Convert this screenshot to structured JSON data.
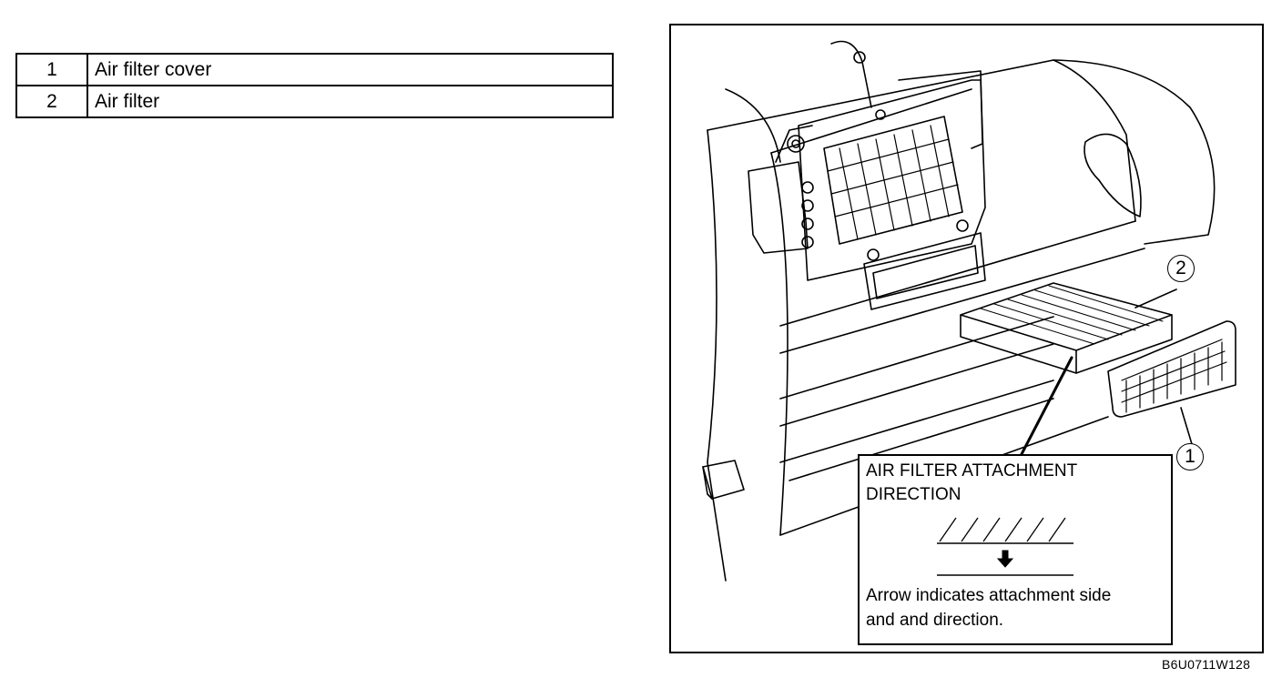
{
  "legend": {
    "rows": [
      {
        "num": "1",
        "label": "Air filter cover"
      },
      {
        "num": "2",
        "label": "Air filter"
      }
    ]
  },
  "figure": {
    "callout_title_line1": "AIR FILTER ATTACHMENT",
    "callout_title_line2": "DIRECTION",
    "callout_desc_line1": "Arrow indicates attachment side",
    "callout_desc_line2": "and and direction.",
    "marker_1": "1",
    "marker_2": "2"
  },
  "figure_code": "B6U0711W128"
}
